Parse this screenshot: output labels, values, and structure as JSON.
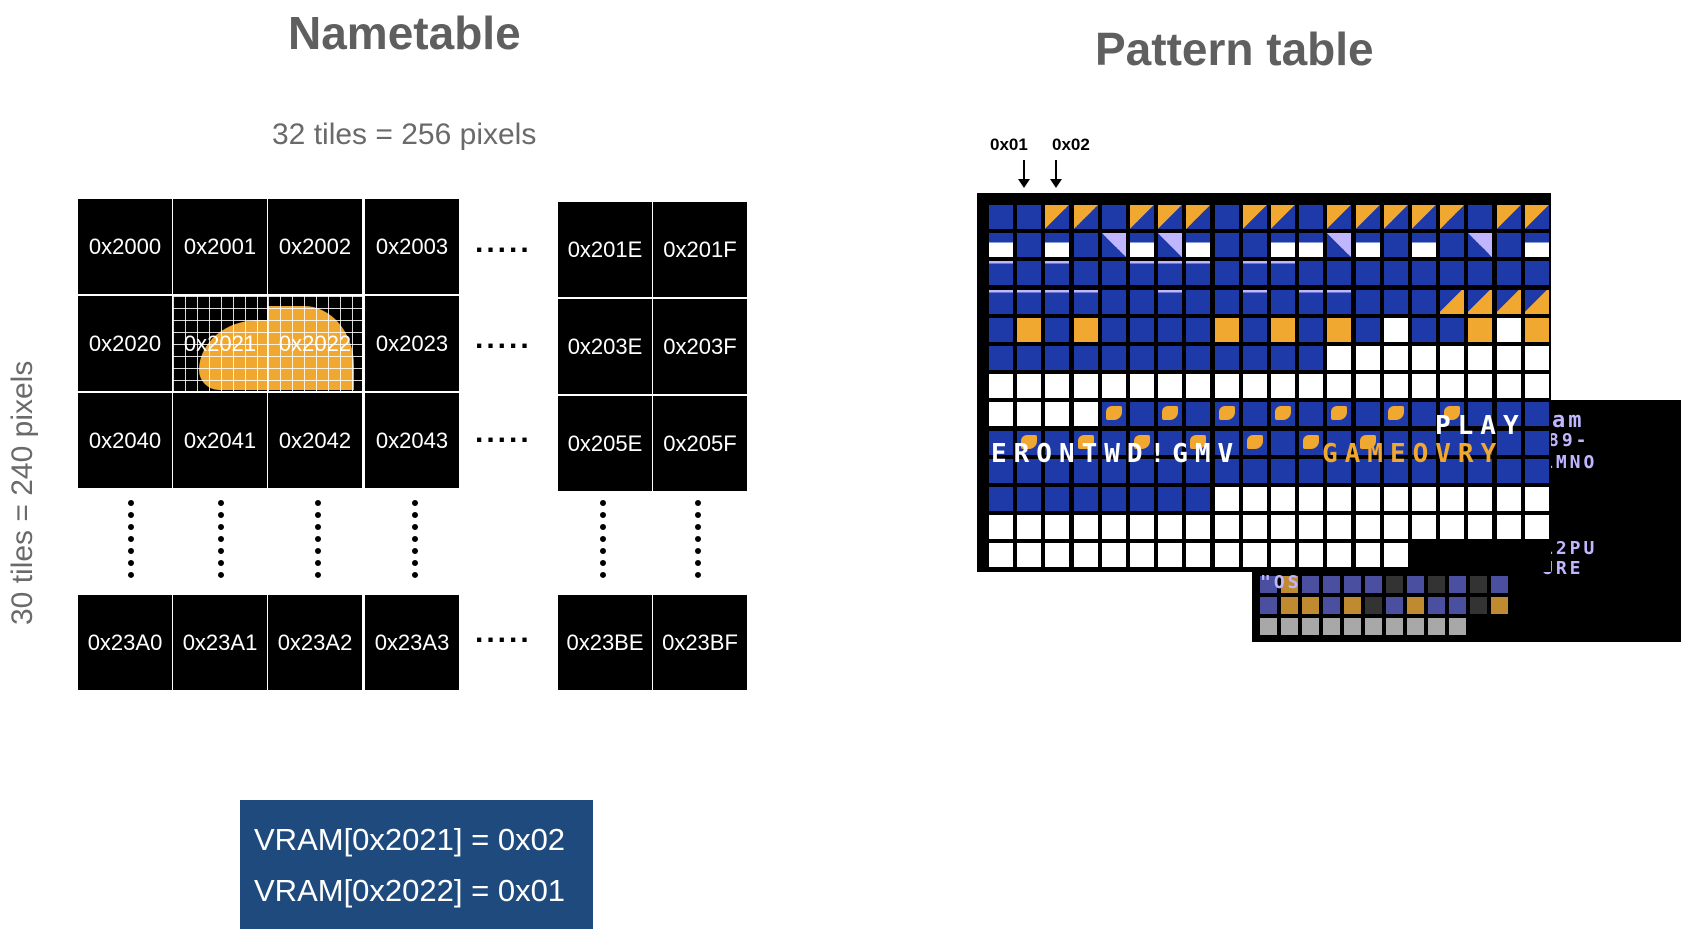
{
  "nametable": {
    "title": "Nametable",
    "width_label": "32 tiles = 256 pixels",
    "height_label": "30 tiles = 240 pixels",
    "ellipsis": ".....",
    "rows": [
      [
        "0x2000",
        "0x2001",
        "0x2002",
        "0x2003",
        "0x201E",
        "0x201F"
      ],
      [
        "0x2020",
        "0x2021",
        "0x2022",
        "0x2023",
        "0x203E",
        "0x203F"
      ],
      [
        "0x2040",
        "0x2041",
        "0x2042",
        "0x2043",
        "0x205E",
        "0x205F"
      ],
      [
        "0x23A0",
        "0x23A1",
        "0x23A2",
        "0x23A3",
        "0x23BE",
        "0x23BF"
      ]
    ],
    "highlight_color": "#f0a830"
  },
  "vram": {
    "lines": [
      "VRAM[0x2021] = 0x02",
      "VRAM[0x2022] = 0x01"
    ],
    "background": "#1f4a7d"
  },
  "pattern_table": {
    "title": "Pattern table",
    "tile_labels": [
      "0x01",
      "0x02"
    ],
    "text_rows": [
      "PLAY",
      "ERONTWD!GMV",
      "GAMEOVRY"
    ],
    "back_sheet_text": [
      "am",
      "89-",
      "LMNO",
      "L2PU",
      "URE",
      "\"OS"
    ],
    "colors": {
      "blue": "#1d3aa8",
      "orange": "#f0a830",
      "white": "#ffffff",
      "lavender": "#c0b6ff"
    }
  }
}
